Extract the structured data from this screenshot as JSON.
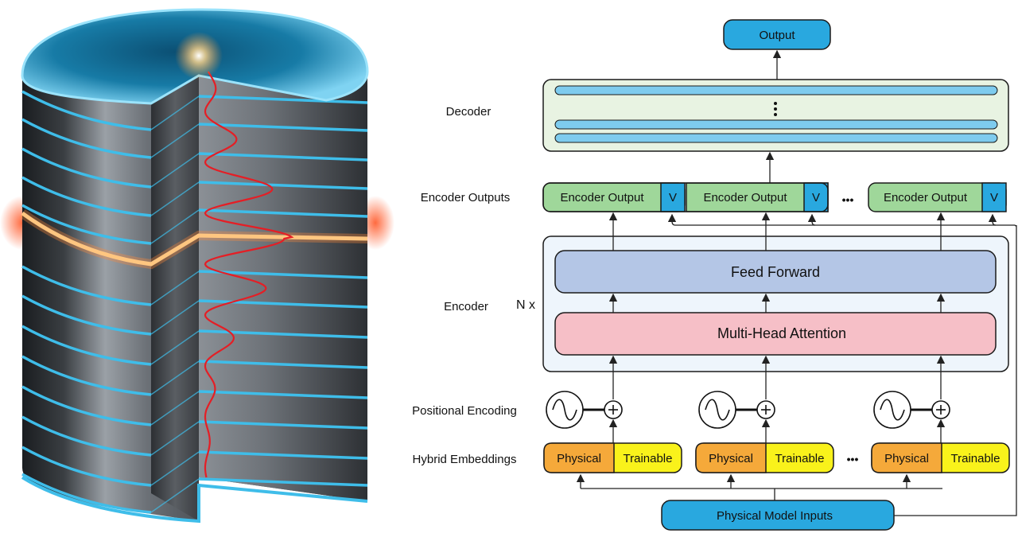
{
  "labels": {
    "decoder": "Decoder",
    "encoder_outputs": "Encoder Outputs",
    "encoder": "Encoder",
    "repeat": "N x",
    "positional_encoding": "Positional Encoding",
    "hybrid_embeddings": "Hybrid Embeddings"
  },
  "blocks": {
    "output": "Output",
    "feed_forward": "Feed Forward",
    "multi_head_attention": "Multi-Head Attention",
    "physical_model_inputs": "Physical Model Inputs"
  },
  "encoder_output_cells": [
    {
      "label": "Encoder Output",
      "v": "V"
    },
    {
      "label": "Encoder Output",
      "v": "V"
    },
    {
      "label": "Encoder Output",
      "v": "V"
    }
  ],
  "embedding_cells": [
    {
      "physical": "Physical",
      "trainable": "Trainable"
    },
    {
      "physical": "Physical",
      "trainable": "Trainable"
    },
    {
      "physical": "Physical",
      "trainable": "Trainable"
    }
  ],
  "ellipsis": "•••",
  "colors": {
    "output_blue": "#29a8df",
    "decoder_fill": "#e8f3e2",
    "decoder_bar": "#7ecbee",
    "encoder_output_green": "#9fd79a",
    "feed_forward": "#b4c6e6",
    "attention": "#f6bfc7",
    "encoder_panel": "#eef5fc",
    "physical_orange": "#f5a93a",
    "trainable_yellow": "#f9f21b",
    "wave_red": "#e51e25",
    "ring_blue": "#3fbde9",
    "glow_orange": "#ff7a3a"
  },
  "icons": [
    "sine-wave-icon",
    "plus-circle-icon"
  ]
}
